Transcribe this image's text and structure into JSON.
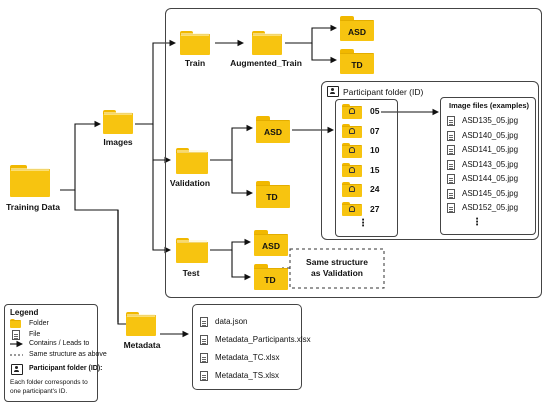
{
  "nodes": {
    "training_data": "Training Data",
    "images": "Images",
    "train": "Train",
    "augmented_train": "Augmented_Train",
    "asd": "ASD",
    "td": "TD",
    "validation": "Validation",
    "test": "Test",
    "metadata": "Metadata"
  },
  "participant_box": {
    "title": "Participant folder (ID)",
    "ids": [
      "05",
      "07",
      "10",
      "15",
      "24",
      "27"
    ],
    "more": "⋮"
  },
  "image_files_box": {
    "title": "Image files (examples)",
    "files": [
      "ASD135_05.jpg",
      "ASD140_05.jpg",
      "ASD141_05.jpg",
      "ASD143_05.jpg",
      "ASD144_05.jpg",
      "ASD145_05.jpg",
      "ASD152_05.jpg"
    ],
    "more": "⋮"
  },
  "same_structure": "Same structure\nas Validation",
  "metadata_files": [
    "data.json",
    "Metadata_Participants.xlsx",
    "Metadata_TC.xlsx",
    "Metadata_TS.xlsx"
  ],
  "legend": {
    "title": "Legend",
    "folder": "Folder",
    "file": "File",
    "contains": "Contains / Leads to",
    "same": "Same structure as above",
    "participant": "Participant folder (ID):",
    "participant_note": "Each folder corresponds to one participant's ID."
  },
  "colors": {
    "folder": "#f7c410",
    "folder_tab": "#f1b800",
    "line": "#111111"
  }
}
